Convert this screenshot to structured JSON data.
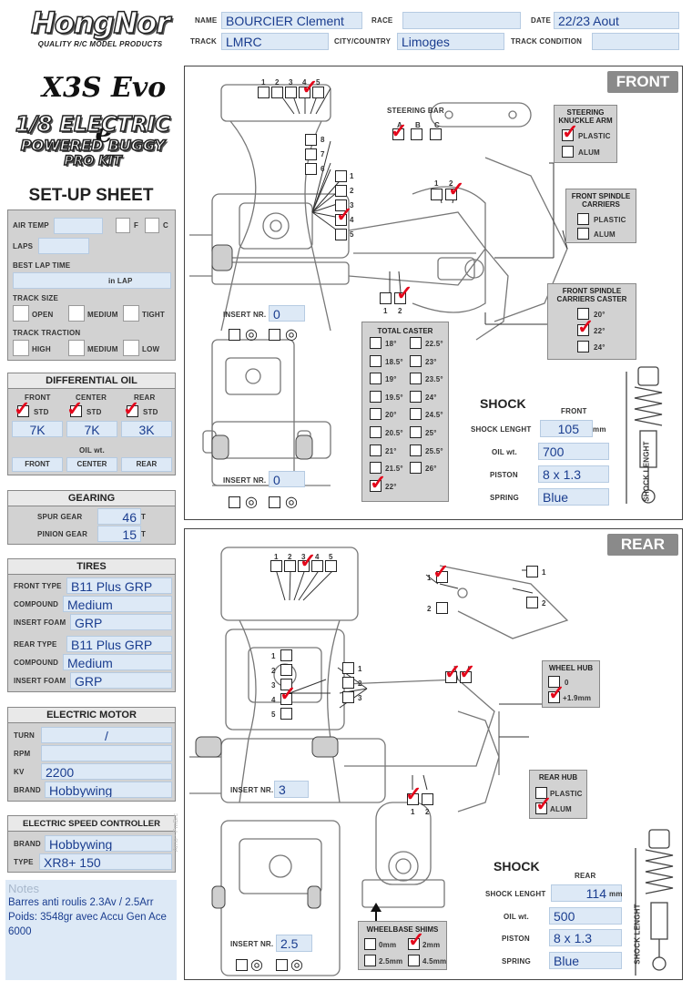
{
  "brand": {
    "logo": "HongNor",
    "tagline": "QUALITY R/C MODEL PRODUCTS",
    "model": "X3S Evo e",
    "title_line1": "1/8 ELECTRIC",
    "title_line2": "POWERED BUGGY",
    "title_line3": "PRO KIT",
    "sheet_title": "SET-UP SHEET"
  },
  "header": {
    "name_label": "NAME",
    "name": "BOURCIER Clement",
    "race_label": "RACE",
    "race": "",
    "date_label": "DATE",
    "date": "22/23 Aout",
    "track_label": "TRACK",
    "track": "LMRC",
    "city_label": "CITY/COUNTRY",
    "city": "Limoges",
    "condition_label": "TRACK CONDITION",
    "condition": ""
  },
  "conditions": {
    "air_temp_label": "AIR TEMP",
    "air_temp": "",
    "f_label": "F",
    "c_label": "C",
    "laps_label": "LAPS",
    "laps": "",
    "best_lap_label": "BEST LAP TIME",
    "in_lap_label": "in LAP",
    "track_size_label": "TRACK SIZE",
    "size_open": "OPEN",
    "size_medium": "MEDIUM",
    "size_tight": "TIGHT",
    "track_traction_label": "TRACK TRACTION",
    "traction_high": "HIGH",
    "traction_medium": "MEDIUM",
    "traction_low": "LOW"
  },
  "diff": {
    "title": "DIFFERENTIAL OIL",
    "front_label": "FRONT",
    "center_label": "CENTER",
    "rear_label": "REAR",
    "std_label": "STD",
    "front": "7K",
    "center": "7K",
    "rear": "3K",
    "oil_wt_label": "OIL wt.",
    "btn_front": "FRONT",
    "btn_center": "CENTER",
    "btn_rear": "REAR"
  },
  "gearing": {
    "title": "GEARING",
    "spur_label": "SPUR GEAR",
    "spur": "46",
    "pinion_label": "PINION GEAR",
    "pinion": "15",
    "unit": "T"
  },
  "tires": {
    "title": "TIRES",
    "front_type_label": "FRONT TYPE",
    "front_type": "B11 Plus GRP",
    "front_compound_label": "COMPOUND",
    "front_compound": "Medium",
    "front_insert_label": "INSERT FOAM",
    "front_insert": "GRP",
    "rear_type_label": "REAR TYPE",
    "rear_type": "B11 Plus GRP",
    "rear_compound_label": "COMPOUND",
    "rear_compound": "Medium",
    "rear_insert_label": "INSERT FOAM",
    "rear_insert": "GRP"
  },
  "motor": {
    "title": "ELECTRIC MOTOR",
    "turn_label": "TURN",
    "turn": "/",
    "rpm_label": "RPM",
    "rpm": "",
    "kv_label": "KV",
    "kv": "2200",
    "brand_label": "BRAND",
    "brand": "Hobbywing"
  },
  "esc": {
    "title": "ELECTRIC SPEED CONTROLLER",
    "brand_label": "BRAND",
    "brand": "Hobbywing",
    "type_label": "TYPE",
    "type": "XR8+ 150"
  },
  "notes": {
    "title": "Notes",
    "text": "Barres anti roulis 2.3Av / 2.5Arr Poids: 3548gr avec Accu Gen Ace 6000"
  },
  "front": {
    "tag": "FRONT",
    "steering_bar_label": "STEERING BAR",
    "steering_a": "A",
    "steering_b": "B",
    "steering_c": "C",
    "upper_nums": [
      "1",
      "2",
      "3",
      "4",
      "5"
    ],
    "side_nums": [
      "8",
      "7",
      "6",
      "1",
      "2",
      "3",
      "4",
      "5"
    ],
    "insert_label": "INSERT NR.",
    "insert_top": "0",
    "insert_bottom": "0",
    "knuckle_title": "STEERING KNUCKLE ARM",
    "knuckle_plastic": "PLASTIC",
    "knuckle_alum": "ALUM",
    "spindle_title": "FRONT SPINDLE CARRIERS",
    "spindle_plastic": "PLASTIC",
    "spindle_alum": "ALUM",
    "caster_title": "FRONT SPINDLE CARRIERS CASTER",
    "caster_20": "20°",
    "caster_22": "22°",
    "caster_24": "24°",
    "total_caster_title": "TOTAL CASTER",
    "total_caster_left": [
      "18°",
      "18.5°",
      "19°",
      "19.5°",
      "20°",
      "20.5°",
      "21°",
      "21.5°",
      "22°"
    ],
    "total_caster_right": [
      "22.5°",
      "23°",
      "23.5°",
      "24°",
      "24.5°",
      "25°",
      "25.5°",
      "26°"
    ],
    "shock_title": "SHOCK",
    "shock_pos": "FRONT",
    "shock_length_label": "SHOCK LENGHT",
    "shock_length": "105",
    "unit_mm": "mm",
    "oil_label": "OIL wt.",
    "oil": "700",
    "piston_label": "PISTON",
    "piston": "8 x 1.3",
    "spring_label": "SPRING",
    "spring": "Blue",
    "shock_vertical": "SHOCK LENGHT",
    "pair_1": "1",
    "pair_2": "2"
  },
  "rear": {
    "tag": "REAR",
    "upper_nums": [
      "1",
      "2",
      "3",
      "4",
      "5"
    ],
    "left_nums": [
      "1",
      "2",
      "3",
      "4",
      "5"
    ],
    "right_nums": [
      "1",
      "2",
      "3"
    ],
    "insert_label": "INSERT NR.",
    "insert_top": "3",
    "insert_bottom": "2.5",
    "wheel_hub_title": "WHEEL HUB",
    "wheel_hub_0": "0",
    "wheel_hub_19": "+1.9mm",
    "rear_hub_title": "REAR HUB",
    "rear_hub_plastic": "PLASTIC",
    "rear_hub_alum": "ALUM",
    "wheelbase_title": "WHEELBASE SHIMS",
    "shim_0": "0mm",
    "shim_2": "2mm",
    "shim_25": "2.5mm",
    "shim_45": "4.5mm",
    "shock_title": "SHOCK",
    "shock_pos": "REAR",
    "shock_length_label": "SHOCK LENGHT",
    "shock_length": "114",
    "unit_mm": "mm",
    "oil_label": "OIL wt.",
    "oil": "500",
    "piston_label": "PISTON",
    "piston": "8 x 1.3",
    "spring_label": "SPRING",
    "spring": "Blue",
    "shock_vertical": "SHOCK LENGHT",
    "pair_1": "1",
    "pair_2": "2"
  },
  "credit": "Arno - PmBrc"
}
